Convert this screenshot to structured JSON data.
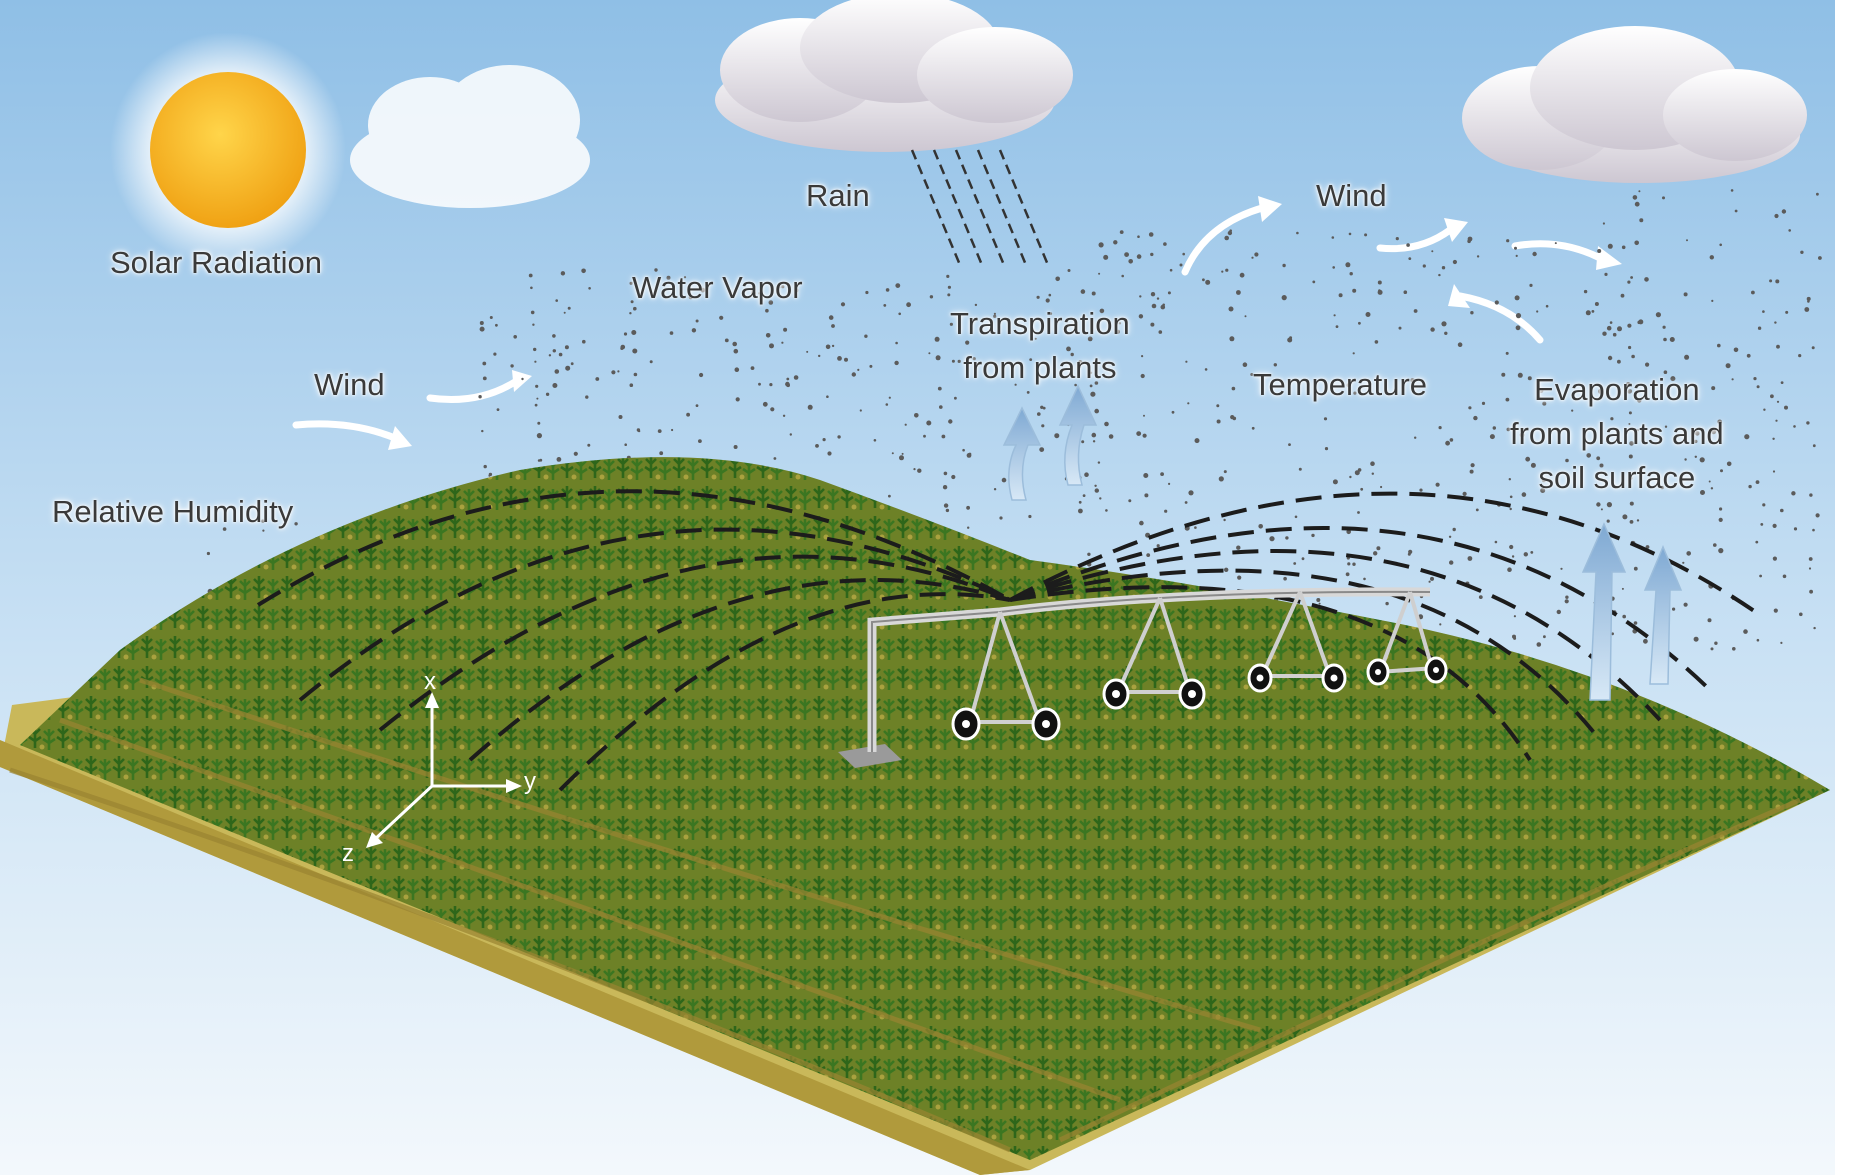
{
  "labels": {
    "solar_radiation": "Solar Radiation",
    "rain": "Rain",
    "water_vapor": "Water Vapor",
    "wind_left": "Wind",
    "wind_right": "Wind",
    "transpiration": [
      "Transpiration",
      "from plants"
    ],
    "temperature": "Temperature",
    "evaporation": [
      "Evaporation",
      "from plants and",
      "soil surface"
    ],
    "relative_humidity": "Relative Humidity"
  },
  "axes": {
    "x": "x",
    "y": "y",
    "z": "z"
  },
  "colors": {
    "sky_top": "#8fbfe6",
    "sky_bottom": "#eef6fc",
    "sun": "#f5b81c",
    "field": "#a39a35",
    "plants": "#3e7a26",
    "soil": "#c4b04f",
    "vapor_arrow": "#8fb8dc"
  },
  "icons": [
    "sun-icon",
    "cloud-icon",
    "rain-streaks-icon",
    "wind-arrow-icon",
    "up-arrow-icon",
    "irrigation-pivot-icon",
    "axis-triad-icon"
  ]
}
